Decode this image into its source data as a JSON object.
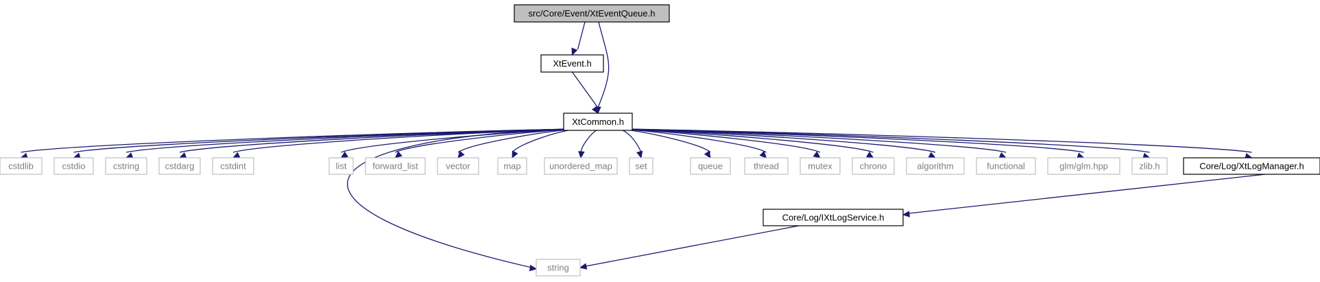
{
  "colors": {
    "edge": "#191970",
    "root_fill": "#bfbfbf",
    "local_stroke": "#000000",
    "system_stroke": "#bfbfbf",
    "text_local": "#000000",
    "text_system": "#7f7f7f"
  },
  "nodes": [
    {
      "id": "root",
      "label": "src/Core/Event/XtEventQueue.h",
      "kind": "root"
    },
    {
      "id": "xtevent",
      "label": "XtEvent.h",
      "kind": "local"
    },
    {
      "id": "xtcommon",
      "label": "XtCommon.h",
      "kind": "local"
    },
    {
      "id": "cstdlib",
      "label": "cstdlib",
      "kind": "system"
    },
    {
      "id": "cstdio",
      "label": "cstdio",
      "kind": "system"
    },
    {
      "id": "cstring",
      "label": "cstring",
      "kind": "system"
    },
    {
      "id": "cstdarg",
      "label": "cstdarg",
      "kind": "system"
    },
    {
      "id": "cstdint",
      "label": "cstdint",
      "kind": "system"
    },
    {
      "id": "list",
      "label": "list",
      "kind": "system"
    },
    {
      "id": "forward_list",
      "label": "forward_list",
      "kind": "system"
    },
    {
      "id": "vector",
      "label": "vector",
      "kind": "system"
    },
    {
      "id": "map",
      "label": "map",
      "kind": "system"
    },
    {
      "id": "unordered_map",
      "label": "unordered_map",
      "kind": "system"
    },
    {
      "id": "set",
      "label": "set",
      "kind": "system"
    },
    {
      "id": "queue",
      "label": "queue",
      "kind": "system"
    },
    {
      "id": "thread",
      "label": "thread",
      "kind": "system"
    },
    {
      "id": "mutex",
      "label": "mutex",
      "kind": "system"
    },
    {
      "id": "chrono",
      "label": "chrono",
      "kind": "system"
    },
    {
      "id": "algorithm",
      "label": "algorithm",
      "kind": "system"
    },
    {
      "id": "functional",
      "label": "functional",
      "kind": "system"
    },
    {
      "id": "glm",
      "label": "glm/glm.hpp",
      "kind": "system"
    },
    {
      "id": "zlib",
      "label": "zlib.h",
      "kind": "system"
    },
    {
      "id": "logmanager",
      "label": "Core/Log/XtLogManager.h",
      "kind": "local"
    },
    {
      "id": "logservice",
      "label": "Core/Log/IXtLogService.h",
      "kind": "local"
    },
    {
      "id": "string",
      "label": "string",
      "kind": "system"
    }
  ],
  "edges": [
    {
      "from": "root",
      "to": "xtevent"
    },
    {
      "from": "root",
      "to": "xtcommon"
    },
    {
      "from": "xtevent",
      "to": "xtcommon"
    },
    {
      "from": "xtcommon",
      "to": "cstdlib"
    },
    {
      "from": "xtcommon",
      "to": "cstdio"
    },
    {
      "from": "xtcommon",
      "to": "cstring"
    },
    {
      "from": "xtcommon",
      "to": "cstdarg"
    },
    {
      "from": "xtcommon",
      "to": "cstdint"
    },
    {
      "from": "xtcommon",
      "to": "list"
    },
    {
      "from": "xtcommon",
      "to": "forward_list"
    },
    {
      "from": "xtcommon",
      "to": "vector"
    },
    {
      "from": "xtcommon",
      "to": "map"
    },
    {
      "from": "xtcommon",
      "to": "unordered_map"
    },
    {
      "from": "xtcommon",
      "to": "set"
    },
    {
      "from": "xtcommon",
      "to": "queue"
    },
    {
      "from": "xtcommon",
      "to": "thread"
    },
    {
      "from": "xtcommon",
      "to": "mutex"
    },
    {
      "from": "xtcommon",
      "to": "chrono"
    },
    {
      "from": "xtcommon",
      "to": "algorithm"
    },
    {
      "from": "xtcommon",
      "to": "functional"
    },
    {
      "from": "xtcommon",
      "to": "glm"
    },
    {
      "from": "xtcommon",
      "to": "zlib"
    },
    {
      "from": "xtcommon",
      "to": "logmanager"
    },
    {
      "from": "xtcommon",
      "to": "string"
    },
    {
      "from": "logmanager",
      "to": "logservice"
    },
    {
      "from": "logservice",
      "to": "string"
    }
  ]
}
